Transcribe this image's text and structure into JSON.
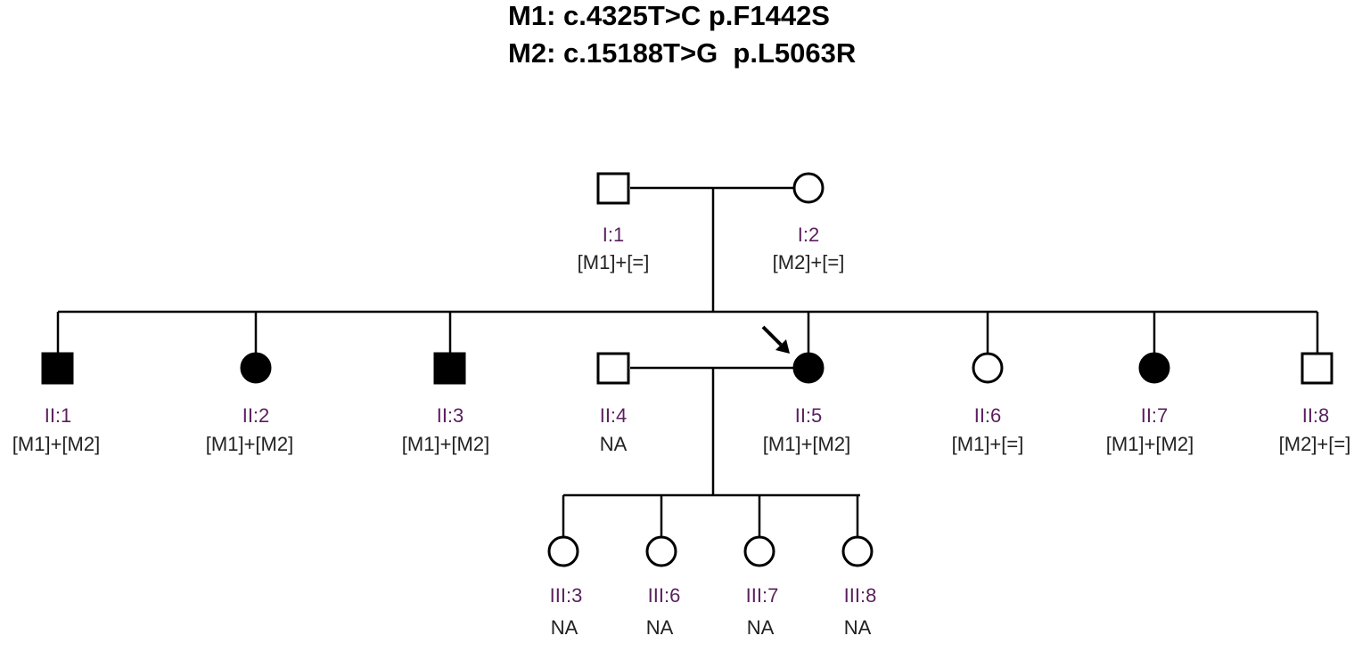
{
  "header": {
    "m1": "M1: c.4325T>C p.F1442S",
    "m2": "M2: c.15188T>G  p.L5063R"
  },
  "colors": {
    "id_label": "#5b1f5e",
    "genotype": "#222222",
    "line": "#000000",
    "affected_fill": "#000000"
  },
  "individuals": {
    "I1": {
      "id": "I:1",
      "genotype": "[M1]+[=]",
      "sex": "male",
      "affected": false
    },
    "I2": {
      "id": "I:2",
      "genotype": "[M2]+[=]",
      "sex": "female",
      "affected": false
    },
    "II1": {
      "id": "II:1",
      "genotype": "[M1]+[M2]",
      "sex": "male",
      "affected": true
    },
    "II2": {
      "id": "II:2",
      "genotype": "[M1]+[M2]",
      "sex": "female",
      "affected": true
    },
    "II3": {
      "id": "II:3",
      "genotype": "[M1]+[M2]",
      "sex": "male",
      "affected": true
    },
    "II4": {
      "id": "II:4",
      "genotype": "NA",
      "sex": "male",
      "affected": false
    },
    "II5": {
      "id": "II:5",
      "genotype": "[M1]+[M2]",
      "sex": "female",
      "affected": true,
      "proband": true
    },
    "II6": {
      "id": "II:6",
      "genotype": "[M1]+[=]",
      "sex": "female",
      "affected": false
    },
    "II7": {
      "id": "II:7",
      "genotype": "[M1]+[M2]",
      "sex": "female",
      "affected": true
    },
    "II8": {
      "id": "II:8",
      "genotype": "[M2]+[=]",
      "sex": "male",
      "affected": false
    },
    "III3": {
      "id": "III:3",
      "genotype": "NA",
      "sex": "female",
      "affected": false
    },
    "III6": {
      "id": "III:6",
      "genotype": "NA",
      "sex": "female",
      "affected": false
    },
    "III7": {
      "id": "III:7",
      "genotype": "NA",
      "sex": "female",
      "affected": false
    },
    "III8": {
      "id": "III:8",
      "genotype": "NA",
      "sex": "female",
      "affected": false
    }
  }
}
